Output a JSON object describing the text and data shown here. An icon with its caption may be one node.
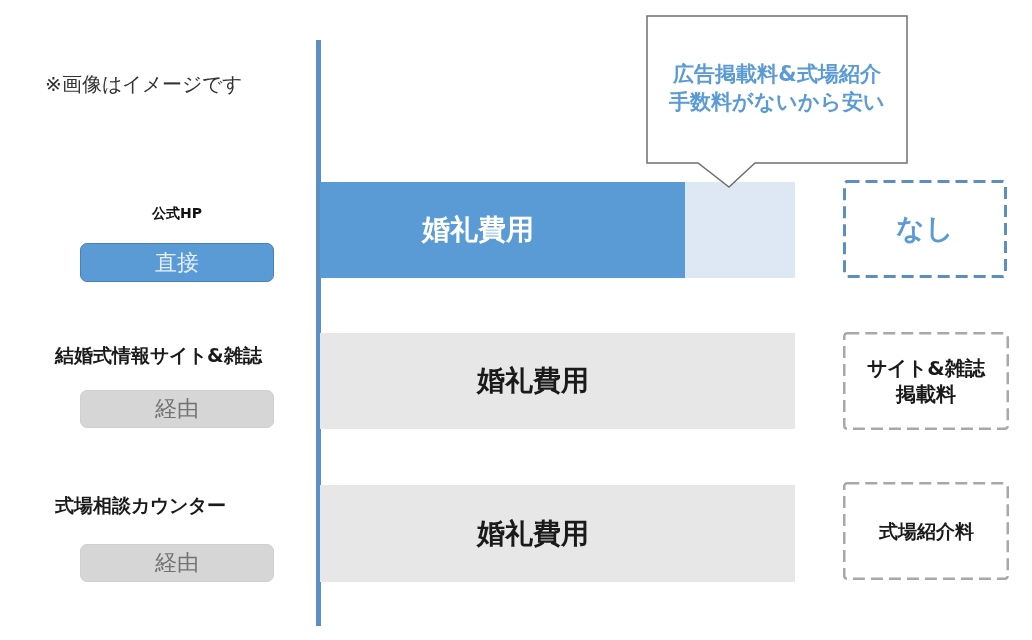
{
  "diagram": {
    "nodes": [
      {
        "text": [
          "広告掲載料&式場紹介手数料がないから安い"
        ]
      },
      {
        "text": [
          "公式HP",
          "直接"
        ]
      },
      {
        "text": [
          "婚礼費用"
        ]
      },
      {
        "text": [],
        "shape": "bar"
      },
      {
        "text": [
          "なし"
        ]
      },
      {
        "text": [
          "結婚式情報サイト&雑誌",
          "経由"
        ]
      },
      {
        "text": [
          "婚礼費用"
        ]
      },
      {
        "text": [
          "サイト&雑誌掲載料"
        ]
      },
      {
        "text": [
          "式場相談カウンター",
          "経由"
        ]
      },
      {
        "text": [
          "婚礼費用"
        ]
      },
      {
        "text": [
          "式場紹介料"
        ]
      }
    ],
    "labels": [
      "※画像はイメージです"
    ]
  }
}
